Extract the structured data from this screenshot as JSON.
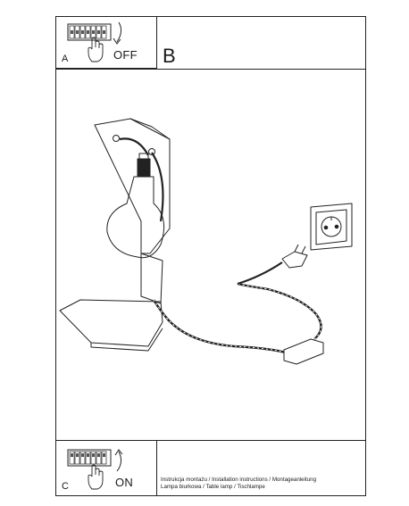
{
  "step_a": {
    "letter": "A",
    "action": "OFF"
  },
  "step_b": {
    "letter": "B"
  },
  "step_c": {
    "letter": "C",
    "action": "ON"
  },
  "caption": {
    "line1": "Instrukcja montażu / Installation instructions / Montageanleitung",
    "line2": "Lampa biurkowa / Table lamp / Tischlampe"
  },
  "icons": [
    "breaker-switch-icon",
    "hand-icon",
    "arrow-down-icon",
    "arrow-up-icon",
    "table-lamp-illustration",
    "wall-socket-icon",
    "plug-icon",
    "cable-switch-icon"
  ]
}
